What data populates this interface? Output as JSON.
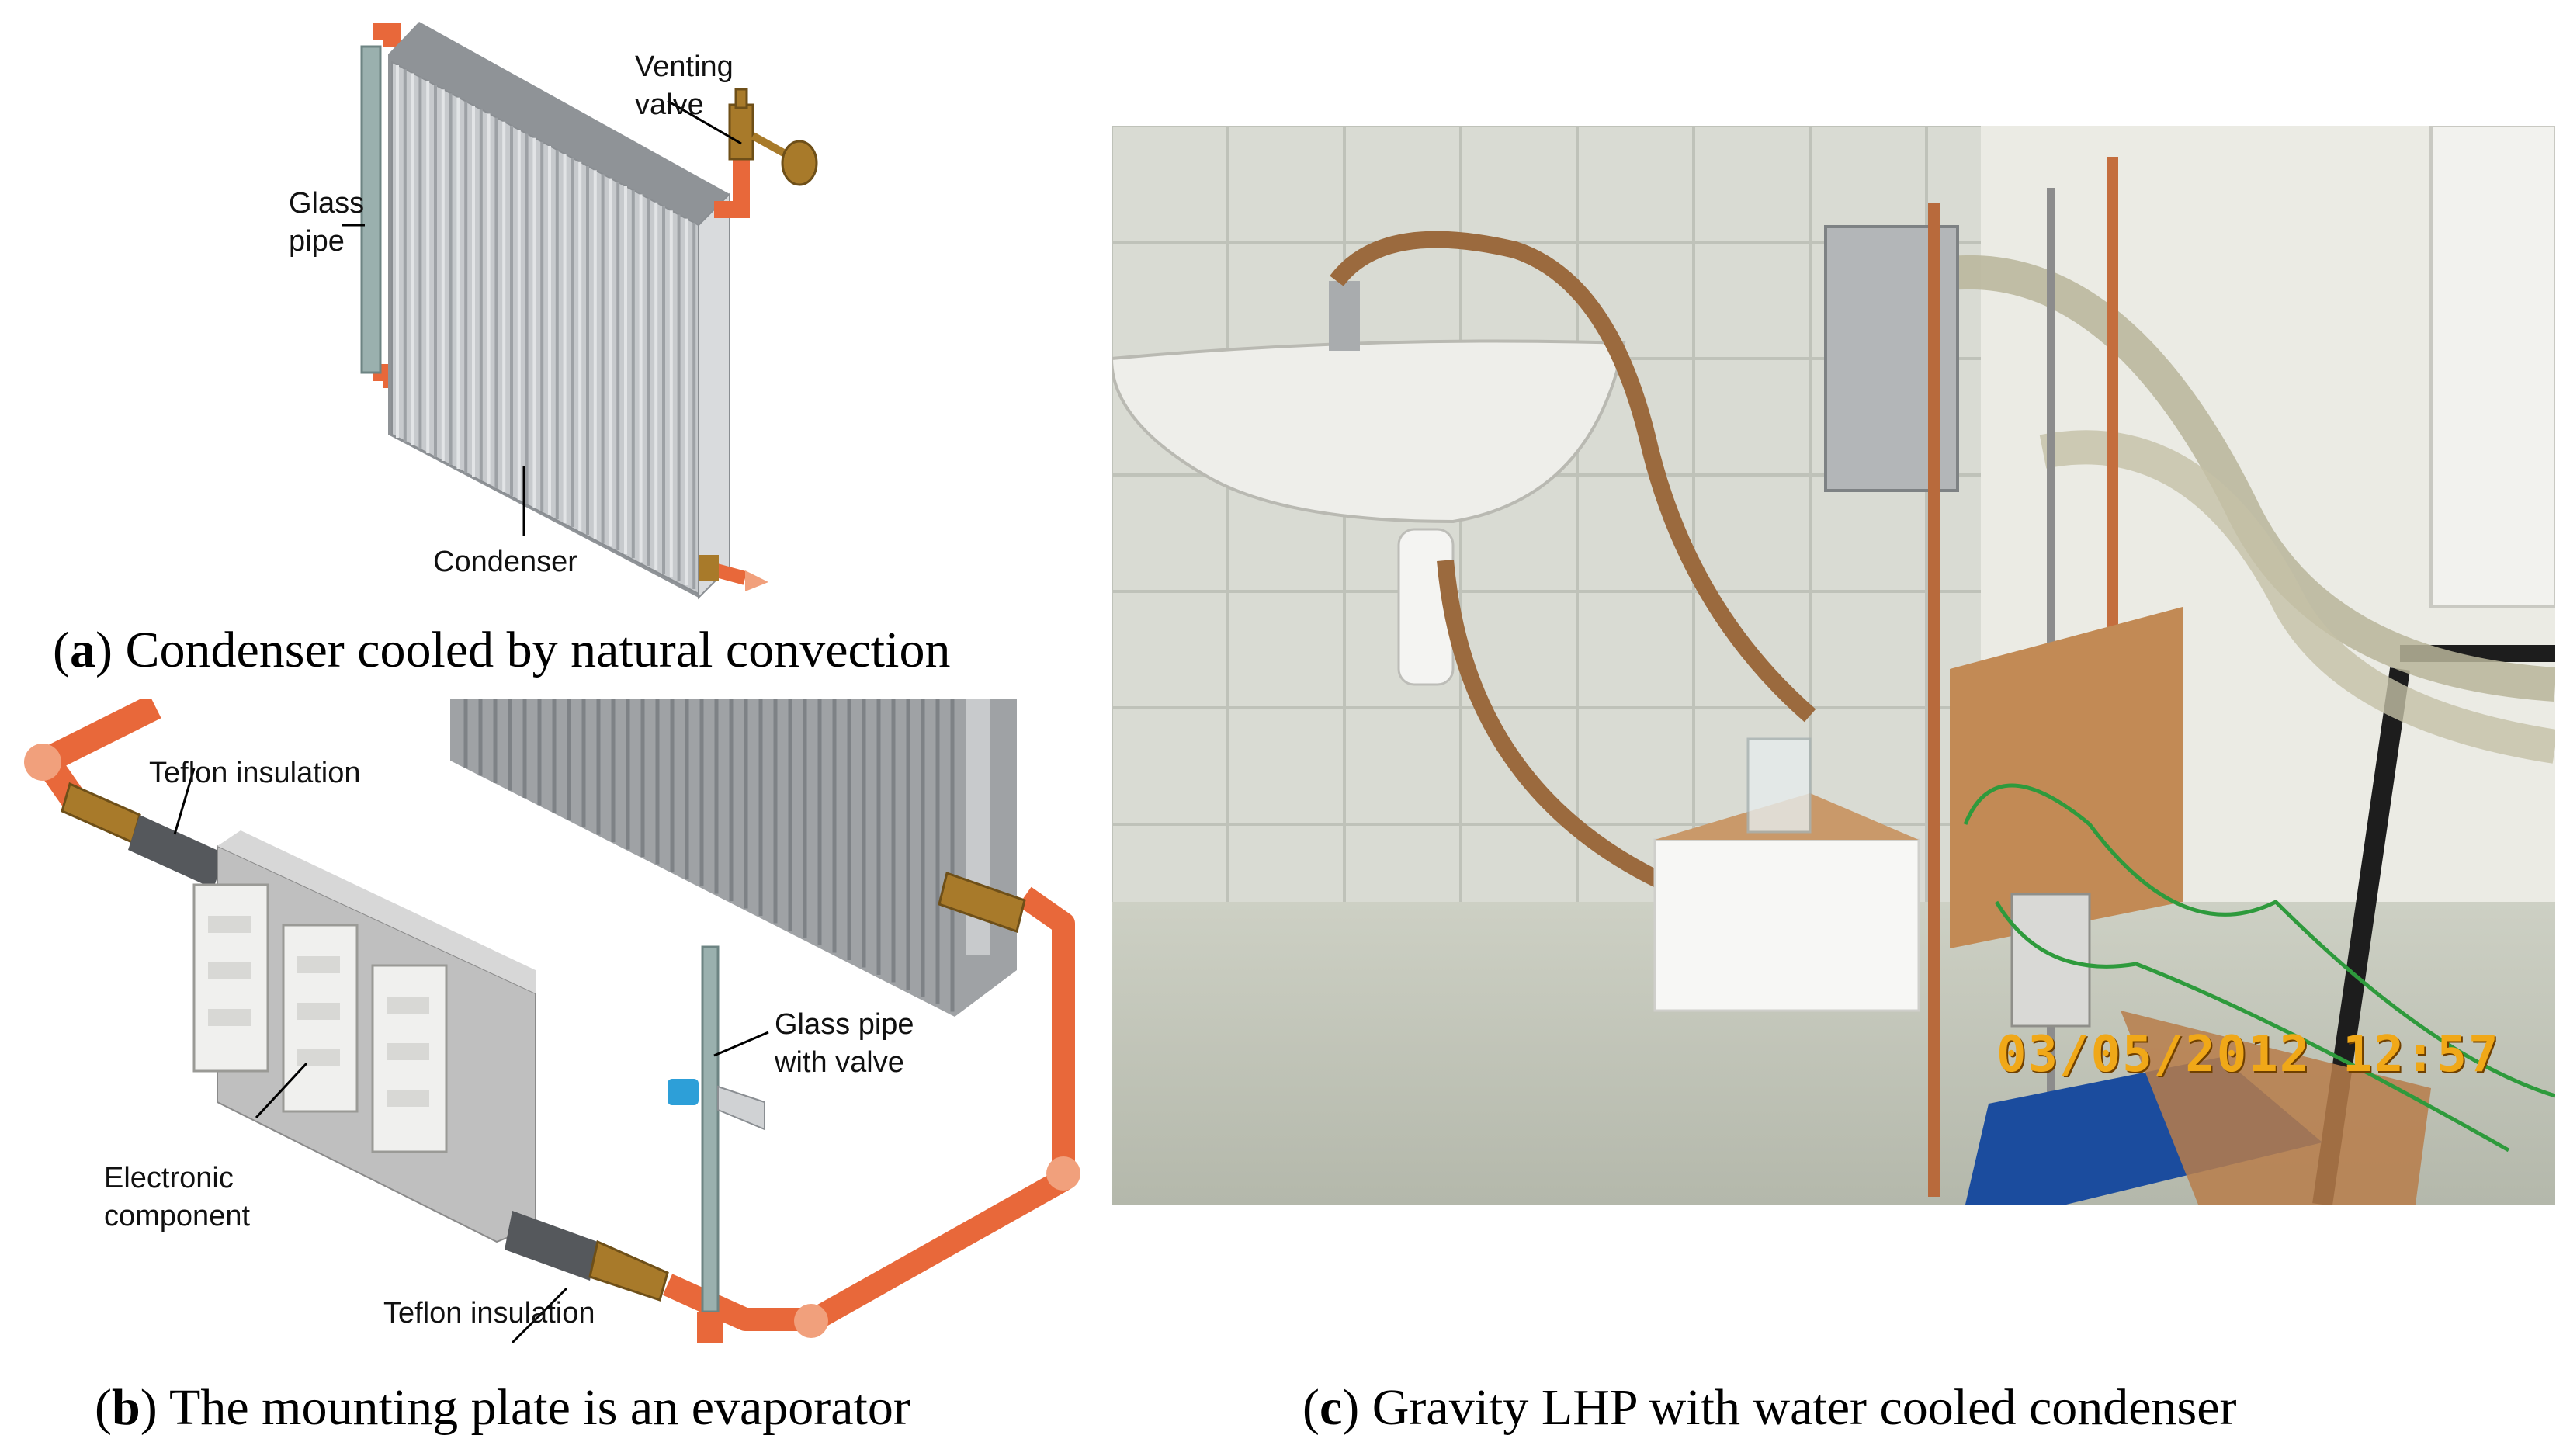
{
  "panel_a": {
    "caption_letter": "a",
    "caption_text": "Condenser cooled by natural convection",
    "labels": {
      "venting_valve_1": "Venting",
      "venting_valve_2": "valve",
      "glass_pipe_1": "Glass",
      "glass_pipe_2": "pipe",
      "condenser": "Condenser"
    }
  },
  "panel_b": {
    "caption_letter": "b",
    "caption_text": "The mounting plate is an evaporator",
    "labels": {
      "teflon_top": "Teflon insulation",
      "glass_valve_1": "Glass pipe",
      "glass_valve_2": "with valve",
      "electronic_1": "Electronic",
      "electronic_2": "component",
      "teflon_bottom": "Teflon insulation"
    }
  },
  "panel_c": {
    "caption_letter": "c",
    "caption_text": "Gravity LHP with water cooled condenser",
    "timestamp": "03/05/2012  12:57"
  },
  "colors": {
    "copper": "#e8683a",
    "brass": "#a87a2a",
    "fin": "#b4b8bc",
    "teflon": "#55585c",
    "glass": "#9ab0ae"
  }
}
